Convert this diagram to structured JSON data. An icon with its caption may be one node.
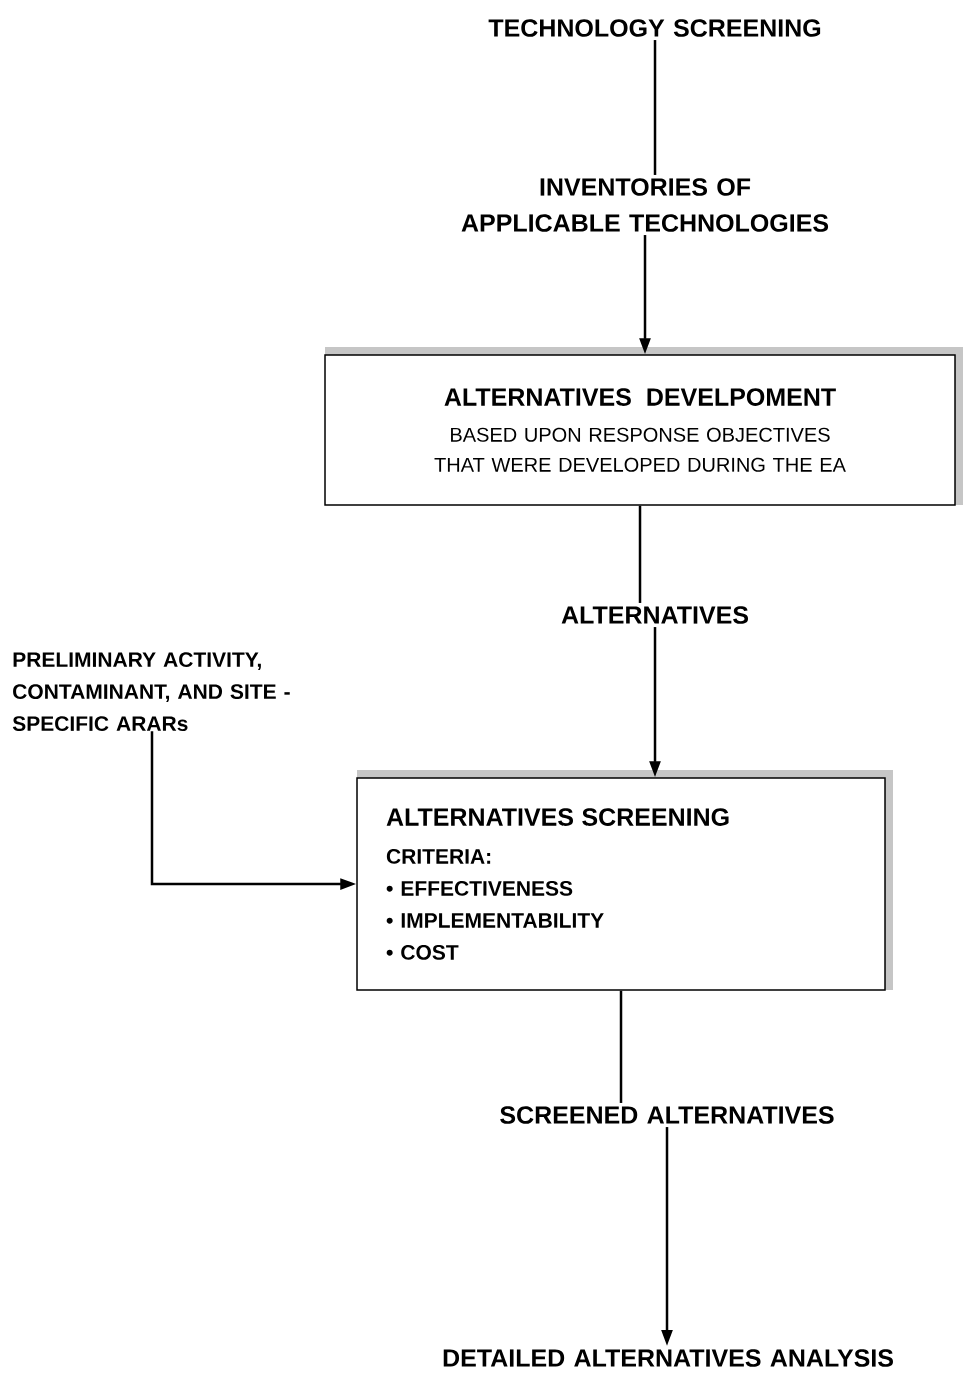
{
  "diagram": {
    "nodes": [
      {
        "text": [
          "TECHNOLOGY SCREENING"
        ]
      },
      {
        "text": [
          "INVENTORIES OF APPLICABLE TECHNOLOGIES"
        ]
      },
      {
        "text": [
          "ALTERNATIVES DEVELPOMENT",
          "BASED UPON RESPONSE OBJECTIVES THAT WERE DEVELOPED DURING THE EA"
        ]
      },
      {
        "text": [
          "ALTERNATIVES"
        ]
      },
      {
        "text": [
          "PRELIMINARY ACTIVITY, CONTAMINANT, AND SITE - SPECIFIC ARARs"
        ]
      },
      {
        "text": [
          "ALTERNATIVES SCREENING",
          "CRITERIA:",
          "• EFFECTIVENESS",
          "• IMPLEMENTABILITY",
          "• COST"
        ]
      },
      {
        "text": [
          "SCREENED ALTERNATIVES"
        ]
      },
      {
        "text": [
          "DETAILED ALTERNATIVES ANALYSIS"
        ]
      }
    ],
    "edges": [
      {
        "from": 0,
        "to": 1,
        "arrow": "none"
      },
      {
        "from": 1,
        "to": 2,
        "arrow": "to"
      },
      {
        "from": 2,
        "to": 3,
        "arrow": "none"
      },
      {
        "from": 3,
        "to": 5,
        "arrow": "to"
      },
      {
        "from": 4,
        "to": 5,
        "arrow": "to"
      },
      {
        "from": 5,
        "to": 6,
        "arrow": "none"
      },
      {
        "from": 6,
        "to": 7,
        "arrow": "to"
      }
    ]
  }
}
